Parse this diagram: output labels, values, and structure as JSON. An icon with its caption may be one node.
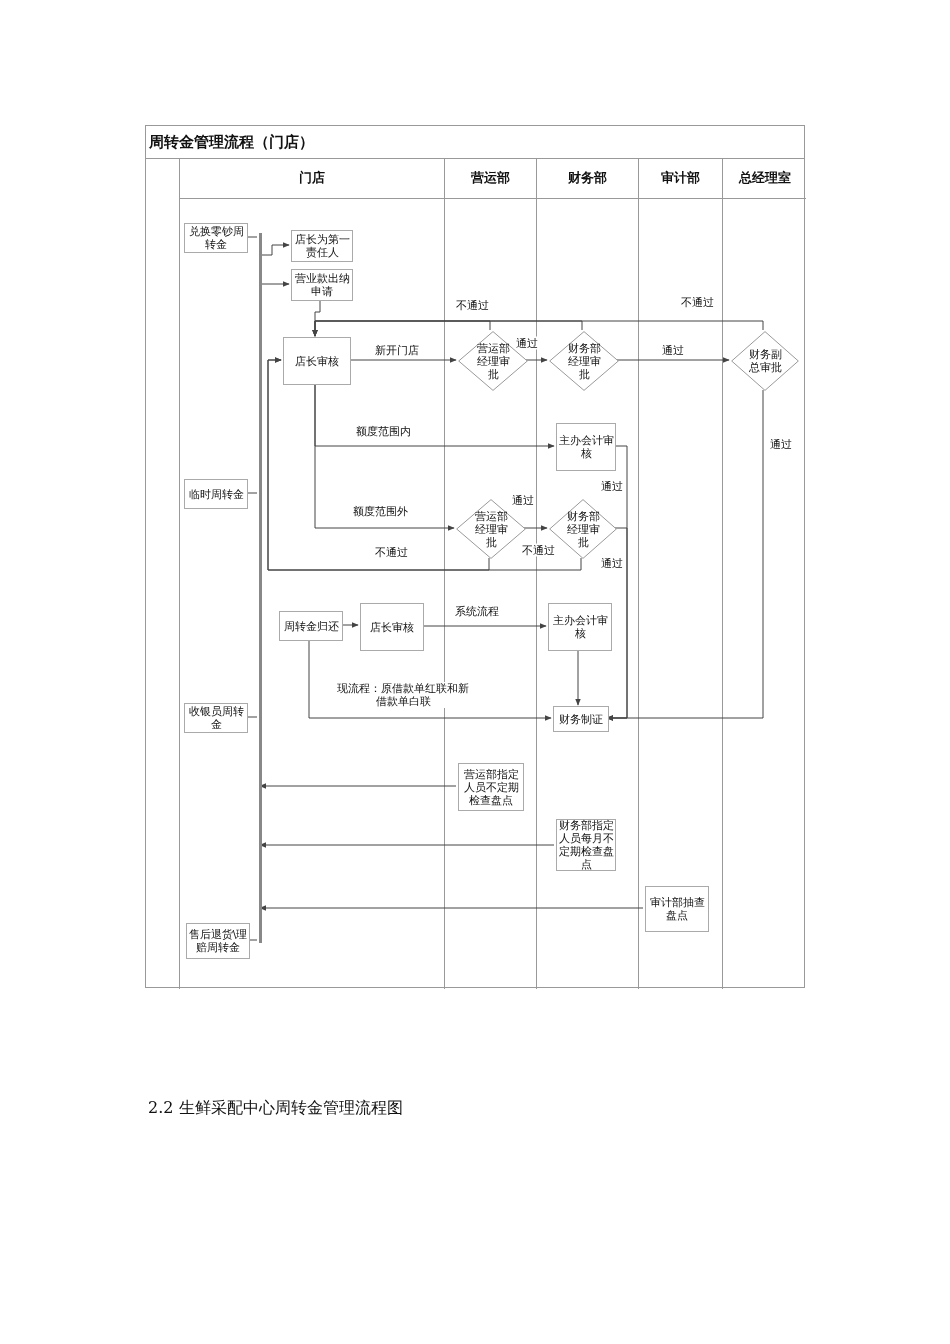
{
  "diagram": {
    "title": "周转金管理流程（门店）",
    "nodes": [
      {
        "text": [
          "门店"
        ]
      },
      {
        "text": [
          "营运部"
        ]
      },
      {
        "text": [
          "财务部"
        ]
      },
      {
        "text": [
          "审计部"
        ]
      },
      {
        "text": [
          "总经理室"
        ]
      },
      {
        "text": [
          "兑换零钞周转金"
        ],
        "in": 0
      },
      {
        "text": [],
        "shape": "bar",
        "in": 0
      },
      {
        "text": [
          "店长为第一责任人"
        ],
        "in": 0
      },
      {
        "text": [
          "营业款出纳申请"
        ],
        "in": 0
      },
      {
        "text": [
          "店长审核"
        ],
        "in": 0
      },
      {
        "text": [
          "营运部经理审批"
        ],
        "in": 1
      },
      {
        "text": [
          "财务部经理审批"
        ],
        "in": 2
      },
      {
        "text": [
          "财务副总审批"
        ],
        "in": 4
      },
      {
        "text": [
          "主办会计审核"
        ],
        "in": 2
      },
      {
        "text": [
          "临时周转金"
        ],
        "in": 0
      },
      {
        "text": [
          "营运部经理审批"
        ],
        "in": 1
      },
      {
        "text": [
          "财务部经理审批"
        ],
        "in": 2
      },
      {
        "text": [
          "周转金归还"
        ],
        "in": 0
      },
      {
        "text": [
          "店长审核"
        ],
        "in": 0
      },
      {
        "text": [
          "主办会计审核"
        ],
        "in": 2
      },
      {
        "text": [
          "收银员周转金"
        ],
        "in": 0
      },
      {
        "text": [
          "财务制证"
        ],
        "in": 2
      },
      {
        "text": [
          "营运部指定人员不定期检查盘点"
        ],
        "in": 1
      },
      {
        "text": [
          "财务部指定人员每月不定期检查盘点"
        ],
        "in": 2
      },
      {
        "text": [
          "审计部抽查盘点"
        ],
        "in": 3
      },
      {
        "text": [
          "售后退货\\理赔周转金"
        ],
        "in": 0
      }
    ],
    "edges": [
      {
        "from": 5,
        "to": 6,
        "arrow": "none"
      },
      {
        "from": 14,
        "to": 6,
        "arrow": "none"
      },
      {
        "from": 20,
        "to": 6,
        "arrow": "none"
      },
      {
        "from": 25,
        "to": 6,
        "arrow": "none"
      },
      {
        "from": 6,
        "to": 7,
        "arrow": "to"
      },
      {
        "from": 6,
        "to": 8,
        "arrow": "to"
      },
      {
        "from": 8,
        "to": 9,
        "arrow": "to"
      },
      {
        "from": 9,
        "to": 10,
        "arrow": "to",
        "label": "新开门店"
      },
      {
        "from": 10,
        "to": 11,
        "arrow": "to",
        "label": "通过"
      },
      {
        "from": 11,
        "to": 12,
        "arrow": "to",
        "label": "通过"
      },
      {
        "from": 10,
        "to": 9,
        "arrow": "to",
        "label": "不通过"
      },
      {
        "from": 11,
        "to": 9,
        "arrow": "to"
      },
      {
        "from": 12,
        "to": 9,
        "arrow": "to",
        "label": "不通过"
      },
      {
        "from": 12,
        "to": 21,
        "arrow": "to",
        "label": "通过"
      },
      {
        "from": 9,
        "to": 13,
        "arrow": "to",
        "label": "额度范围内"
      },
      {
        "from": 13,
        "to": 21,
        "arrow": "to",
        "label": "通过"
      },
      {
        "from": 9,
        "to": 15,
        "arrow": "to",
        "label": "额度范围外"
      },
      {
        "from": 15,
        "to": 16,
        "arrow": "to",
        "label": "通过"
      },
      {
        "from": 15,
        "to": 9,
        "arrow": "to",
        "label": "不通过"
      },
      {
        "from": 16,
        "to": 9,
        "arrow": "to",
        "label": "不通过"
      },
      {
        "from": 16,
        "to": 21,
        "arrow": "to",
        "label": "通过"
      },
      {
        "from": 17,
        "to": 18,
        "arrow": "to"
      },
      {
        "from": 18,
        "to": 19,
        "arrow": "to",
        "label": "系统流程"
      },
      {
        "from": 19,
        "to": 21,
        "arrow": "to"
      },
      {
        "from": 17,
        "to": 21,
        "arrow": "to",
        "label": "现流程：原借款单红联和新借款单白联"
      },
      {
        "from": 22,
        "to": 6,
        "arrow": "to"
      },
      {
        "from": 23,
        "to": 6,
        "arrow": "to"
      },
      {
        "from": 24,
        "to": 6,
        "arrow": "to"
      }
    ],
    "labels": [
      "2.2 生鲜采配中心周转金管理流程图"
    ]
  }
}
